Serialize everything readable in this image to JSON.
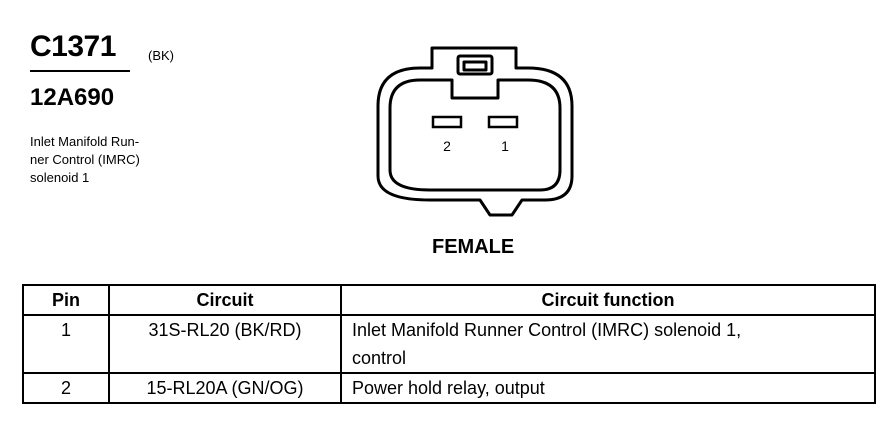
{
  "connector": {
    "id": "C1371",
    "color": "(BK)",
    "part_number": "12A690",
    "description_lines": [
      "Inlet Manifold Run-",
      "ner Control (IMRC)",
      "solenoid 1"
    ],
    "view_label": "FEMALE",
    "cavity_labels": [
      "2",
      "1"
    ]
  },
  "table": {
    "headers": {
      "pin": "Pin",
      "circuit": "Circuit",
      "function": "Circuit function"
    },
    "rows": [
      {
        "pin": "1",
        "circuit": "31S-RL20 (BK/RD)",
        "function_lines": [
          "Inlet Manifold Runner Control (IMRC) solenoid 1,",
          "control"
        ]
      },
      {
        "pin": "2",
        "circuit": "15-RL20A (GN/OG)",
        "function_lines": [
          "Power hold relay, output"
        ]
      }
    ]
  }
}
